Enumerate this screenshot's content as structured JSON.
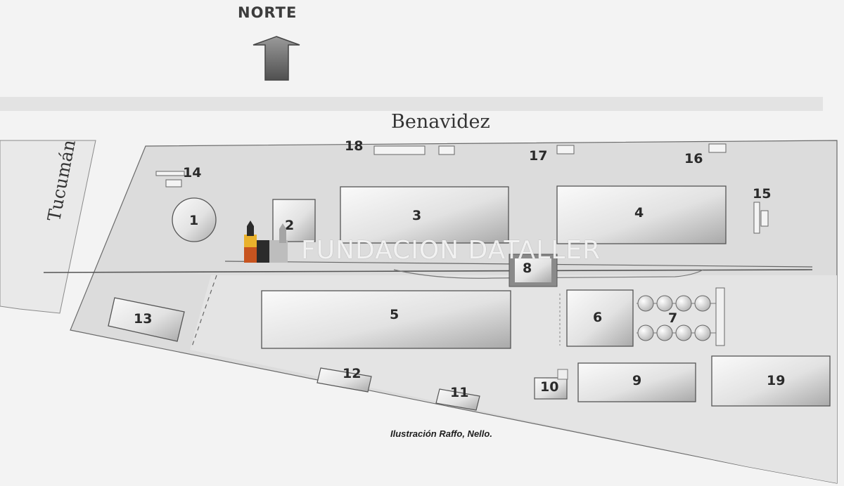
{
  "north_label": "NORTE",
  "streets": {
    "top": "Benavidez",
    "side": "Tucumán"
  },
  "building_labels": [
    "1",
    "2",
    "3",
    "4",
    "5",
    "6",
    "7",
    "8",
    "9",
    "10",
    "11",
    "12",
    "13",
    "14",
    "15",
    "16",
    "17",
    "18",
    "19"
  ],
  "watermark": "FUNDACION DATALLER",
  "caption": "Ilustración Raffo, Nello.",
  "colors": {
    "background": "#f3f3f3",
    "lot": "#dddddd",
    "building": "#e6e6e6",
    "outline": "#555555",
    "logo_yellow": "#e9b12c",
    "logo_orange": "#c7541f"
  }
}
